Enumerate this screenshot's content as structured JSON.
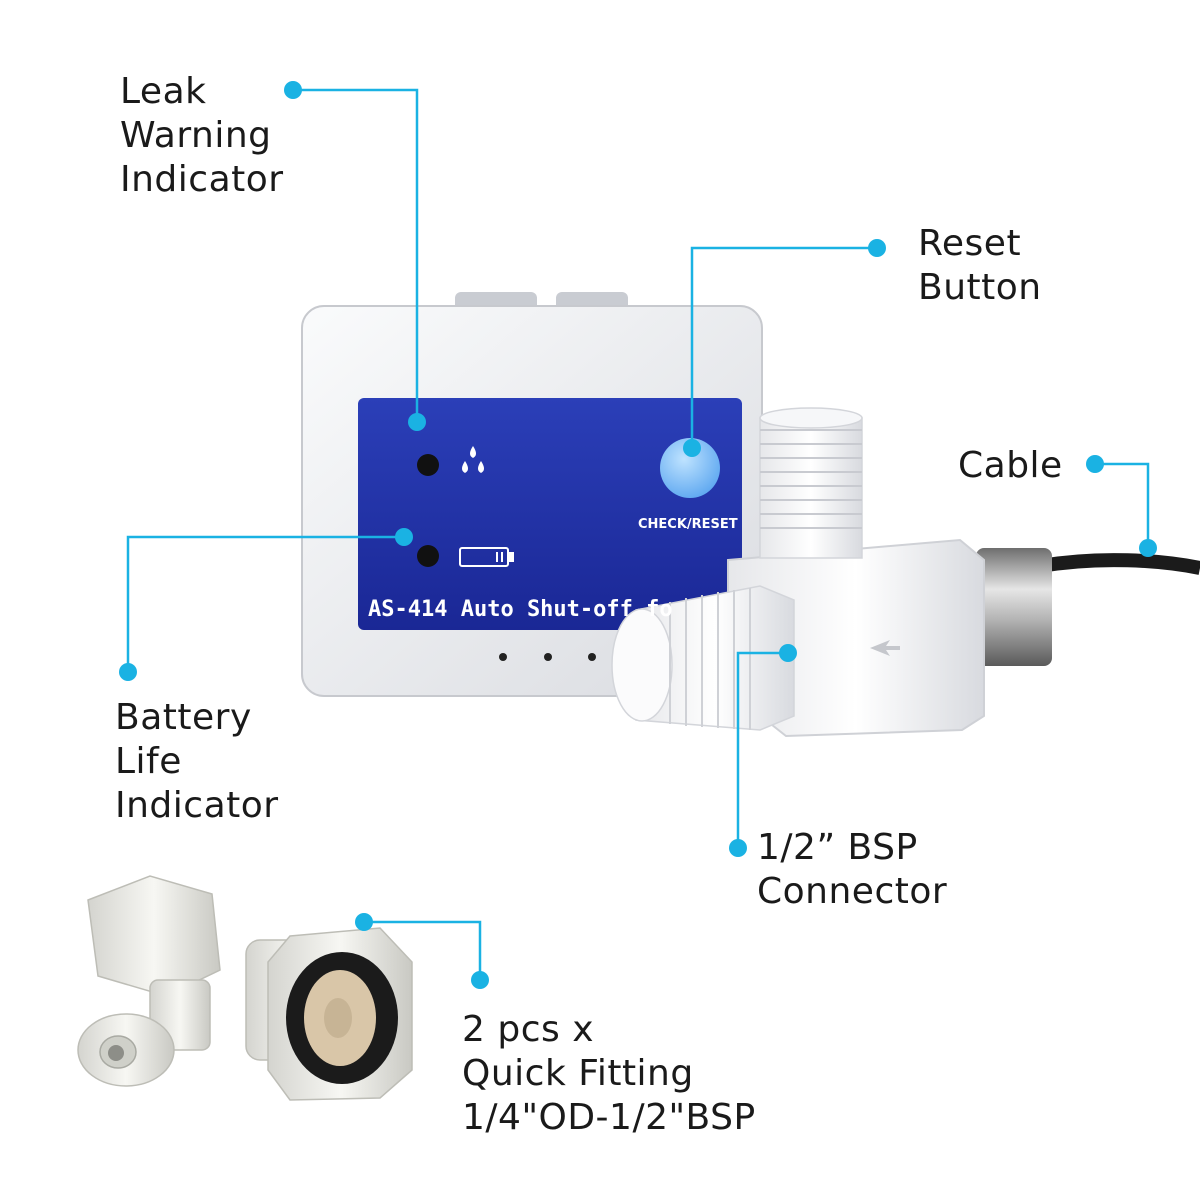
{
  "callouts": {
    "leak_warning": [
      "Leak",
      "Warning",
      "Indicator"
    ],
    "reset_button": [
      "Reset",
      "Button"
    ],
    "cable": [
      "Cable"
    ],
    "battery_life": [
      "Battery",
      "Life",
      "Indicator"
    ],
    "bsp_connector": [
      "1/2” BSP",
      "Connector"
    ],
    "quick_fitting": [
      "2 pcs x",
      "Quick Fitting",
      "1/4\"OD-1/2\"BSP"
    ]
  },
  "device": {
    "panel_text": "AS-414 Auto Shut-off fo",
    "check_reset_label": "CHECK/RESET"
  },
  "colors": {
    "accent": "#1ab2e3",
    "panel_blue": "#1f2fa8",
    "housing": "#f1f2f4",
    "text": "#1a1a1a"
  }
}
